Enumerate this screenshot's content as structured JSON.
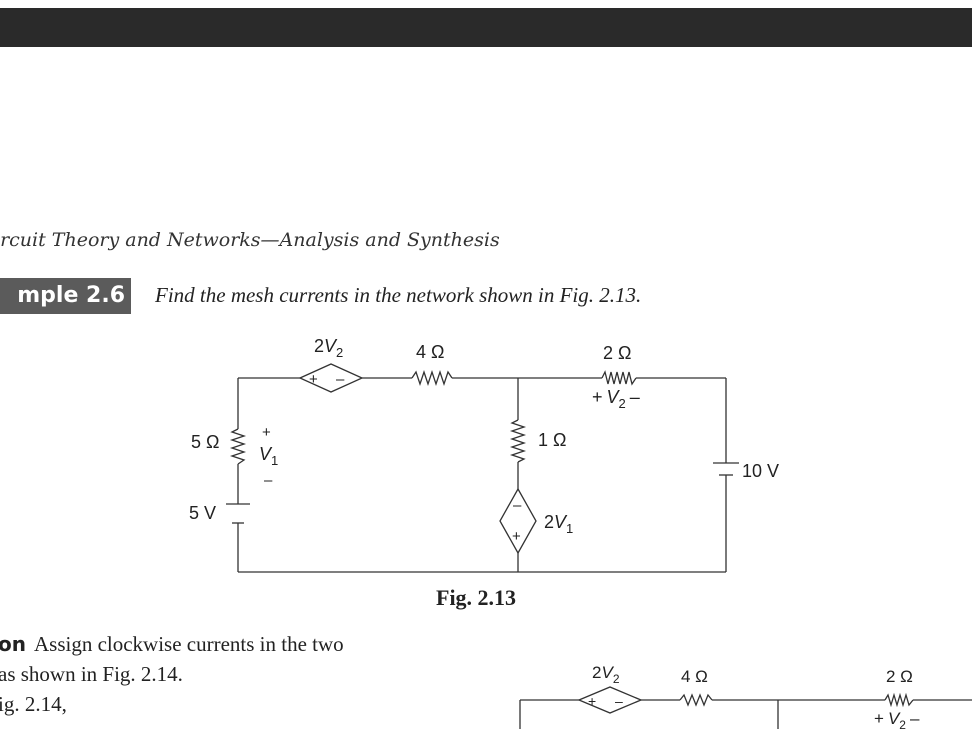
{
  "running_head": "ircuit Theory and Networks—Analysis and Synthesis",
  "example": {
    "label": "mple 2.6",
    "text": "Find the mesh currents in the network shown in Fig. 2.13."
  },
  "figure": {
    "caption": "Fig.  2.13",
    "labels": {
      "dep_src_top": "2",
      "dep_src_top_var": "V",
      "dep_src_top_sub": "2",
      "r4": "4 Ω",
      "r2": "2 Ω",
      "v2_plus": "+",
      "v2_var": "V",
      "v2_sub": "2",
      "v2_minus": "–",
      "r5": "5 Ω",
      "v1_plus": "+",
      "v1_var": "V",
      "v1_sub": "1",
      "v1_minus": "–",
      "src5": "5 V",
      "r1": "1 Ω",
      "dep_src_mid": "2",
      "dep_src_mid_var": "V",
      "dep_src_mid_sub": "1",
      "src10": "10 V",
      "diamond_plus": "+",
      "diamond_minus": "–"
    }
  },
  "solution": {
    "keyword": "on",
    "line1": "Assign clockwise currents in the two",
    "line2": "as shown in Fig. 2.14.",
    "line3": "ig. 2.14,"
  },
  "figure2": {
    "labels": {
      "dep_src_top": "2",
      "dep_src_top_var": "V",
      "dep_src_top_sub": "2",
      "r4": "4 Ω",
      "r2": "2 Ω",
      "v2_plus": "+",
      "v2_var": "V",
      "v2_sub": "2",
      "v2_minus": "–",
      "diamond_plus": "+",
      "diamond_minus": "–"
    }
  }
}
